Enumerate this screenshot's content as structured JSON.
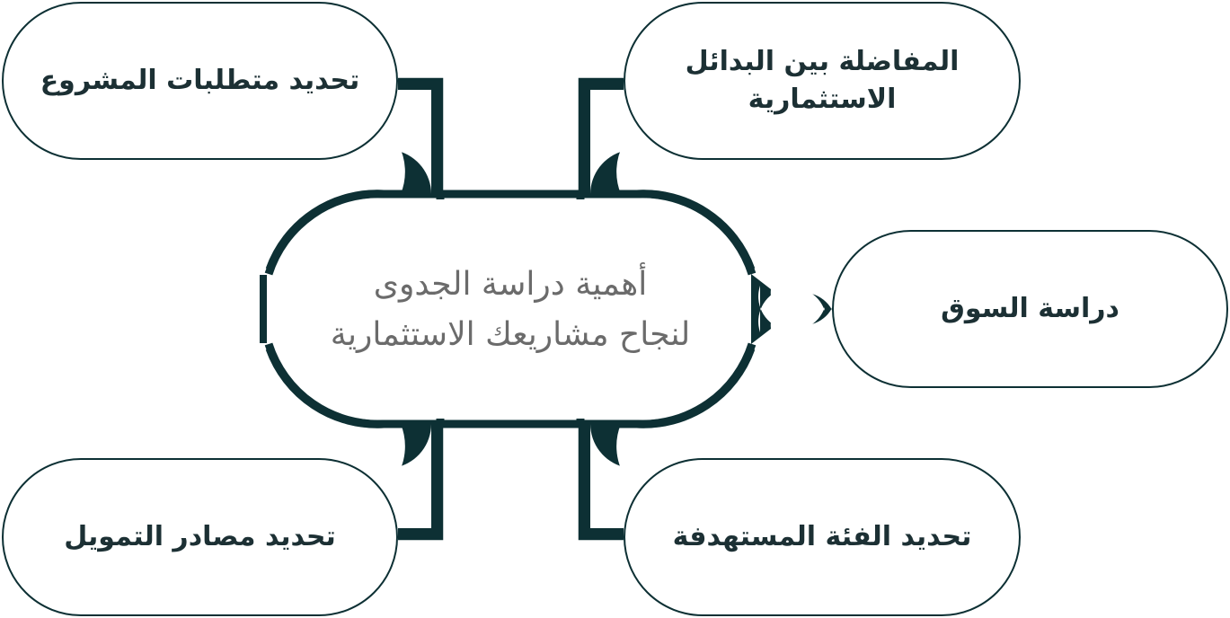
{
  "colors": {
    "stroke": "#0d3034",
    "title_text": "#6b6b6b",
    "node_text": "#1c3034",
    "background": "#ffffff"
  },
  "center": {
    "line1": "أهمية دراسة الجدوى",
    "line2": "لنجاح مشاريعك الاستثمارية"
  },
  "nodes": {
    "top_left": {
      "line1": "تحديد متطلبات المشروع"
    },
    "top_right": {
      "line1": "المفاضلة بين البدائل",
      "line2": "الاستثمارية"
    },
    "middle_right": {
      "line1": "دراسة السوق"
    },
    "bottom_left": {
      "line1": "تحديد مصادر التمويل"
    },
    "bottom_right": {
      "line1": "تحديد الفئة المستهدفة"
    }
  }
}
